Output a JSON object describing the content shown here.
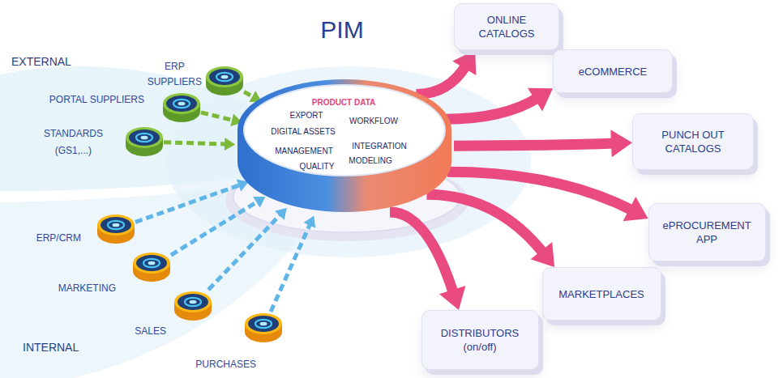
{
  "diagram": {
    "title": "PIM",
    "nodes": [
      {
        "text": [
          "ERP SUPPLIERS"
        ]
      },
      {
        "text": [
          "PORTAL SUPPLIERS"
        ]
      },
      {
        "text": [
          "STANDARDS (GS1,...)"
        ]
      },
      {
        "text": [
          "PRODUCT DATA",
          "EXPORT",
          "WORKFLOW",
          "DIGITAL ASSETS",
          "INTEGRATION",
          "MANAGEMENT",
          "MODELING",
          "QUALITY"
        ]
      },
      {
        "text": [
          "ONLINE CATALOGS"
        ]
      },
      {
        "text": [
          "eCOMMERCE"
        ]
      },
      {
        "text": [
          "PUNCH OUT CATALOGS"
        ]
      },
      {
        "text": [
          "ePROCUREMENT APP"
        ]
      },
      {
        "text": [
          "MARKETPLACES"
        ]
      },
      {
        "text": [
          "DISTRIBUTORS (on/off)"
        ]
      },
      {
        "text": [
          "ERP/CRM"
        ]
      },
      {
        "text": [
          "MARKETING"
        ]
      },
      {
        "text": [
          "SALES"
        ]
      },
      {
        "text": [
          "PURCHASES"
        ]
      }
    ],
    "edges": [
      {
        "from": 0,
        "to": 3,
        "arrow": "to"
      },
      {
        "from": 1,
        "to": 3,
        "arrow": "to"
      },
      {
        "from": 2,
        "to": 3,
        "arrow": "to"
      },
      {
        "from": 10,
        "to": 3,
        "arrow": "to"
      },
      {
        "from": 11,
        "to": 3,
        "arrow": "to"
      },
      {
        "from": 12,
        "to": 3,
        "arrow": "to"
      },
      {
        "from": 13,
        "to": 3,
        "arrow": "to"
      },
      {
        "from": 3,
        "to": 4,
        "arrow": "to"
      },
      {
        "from": 3,
        "to": 5,
        "arrow": "to"
      },
      {
        "from": 3,
        "to": 6,
        "arrow": "to"
      },
      {
        "from": 3,
        "to": 7,
        "arrow": "to"
      },
      {
        "from": 3,
        "to": 8,
        "arrow": "to"
      },
      {
        "from": 3,
        "to": 9,
        "arrow": "to"
      }
    ],
    "labels": [
      "EXTERNAL",
      "INTERNAL"
    ]
  }
}
